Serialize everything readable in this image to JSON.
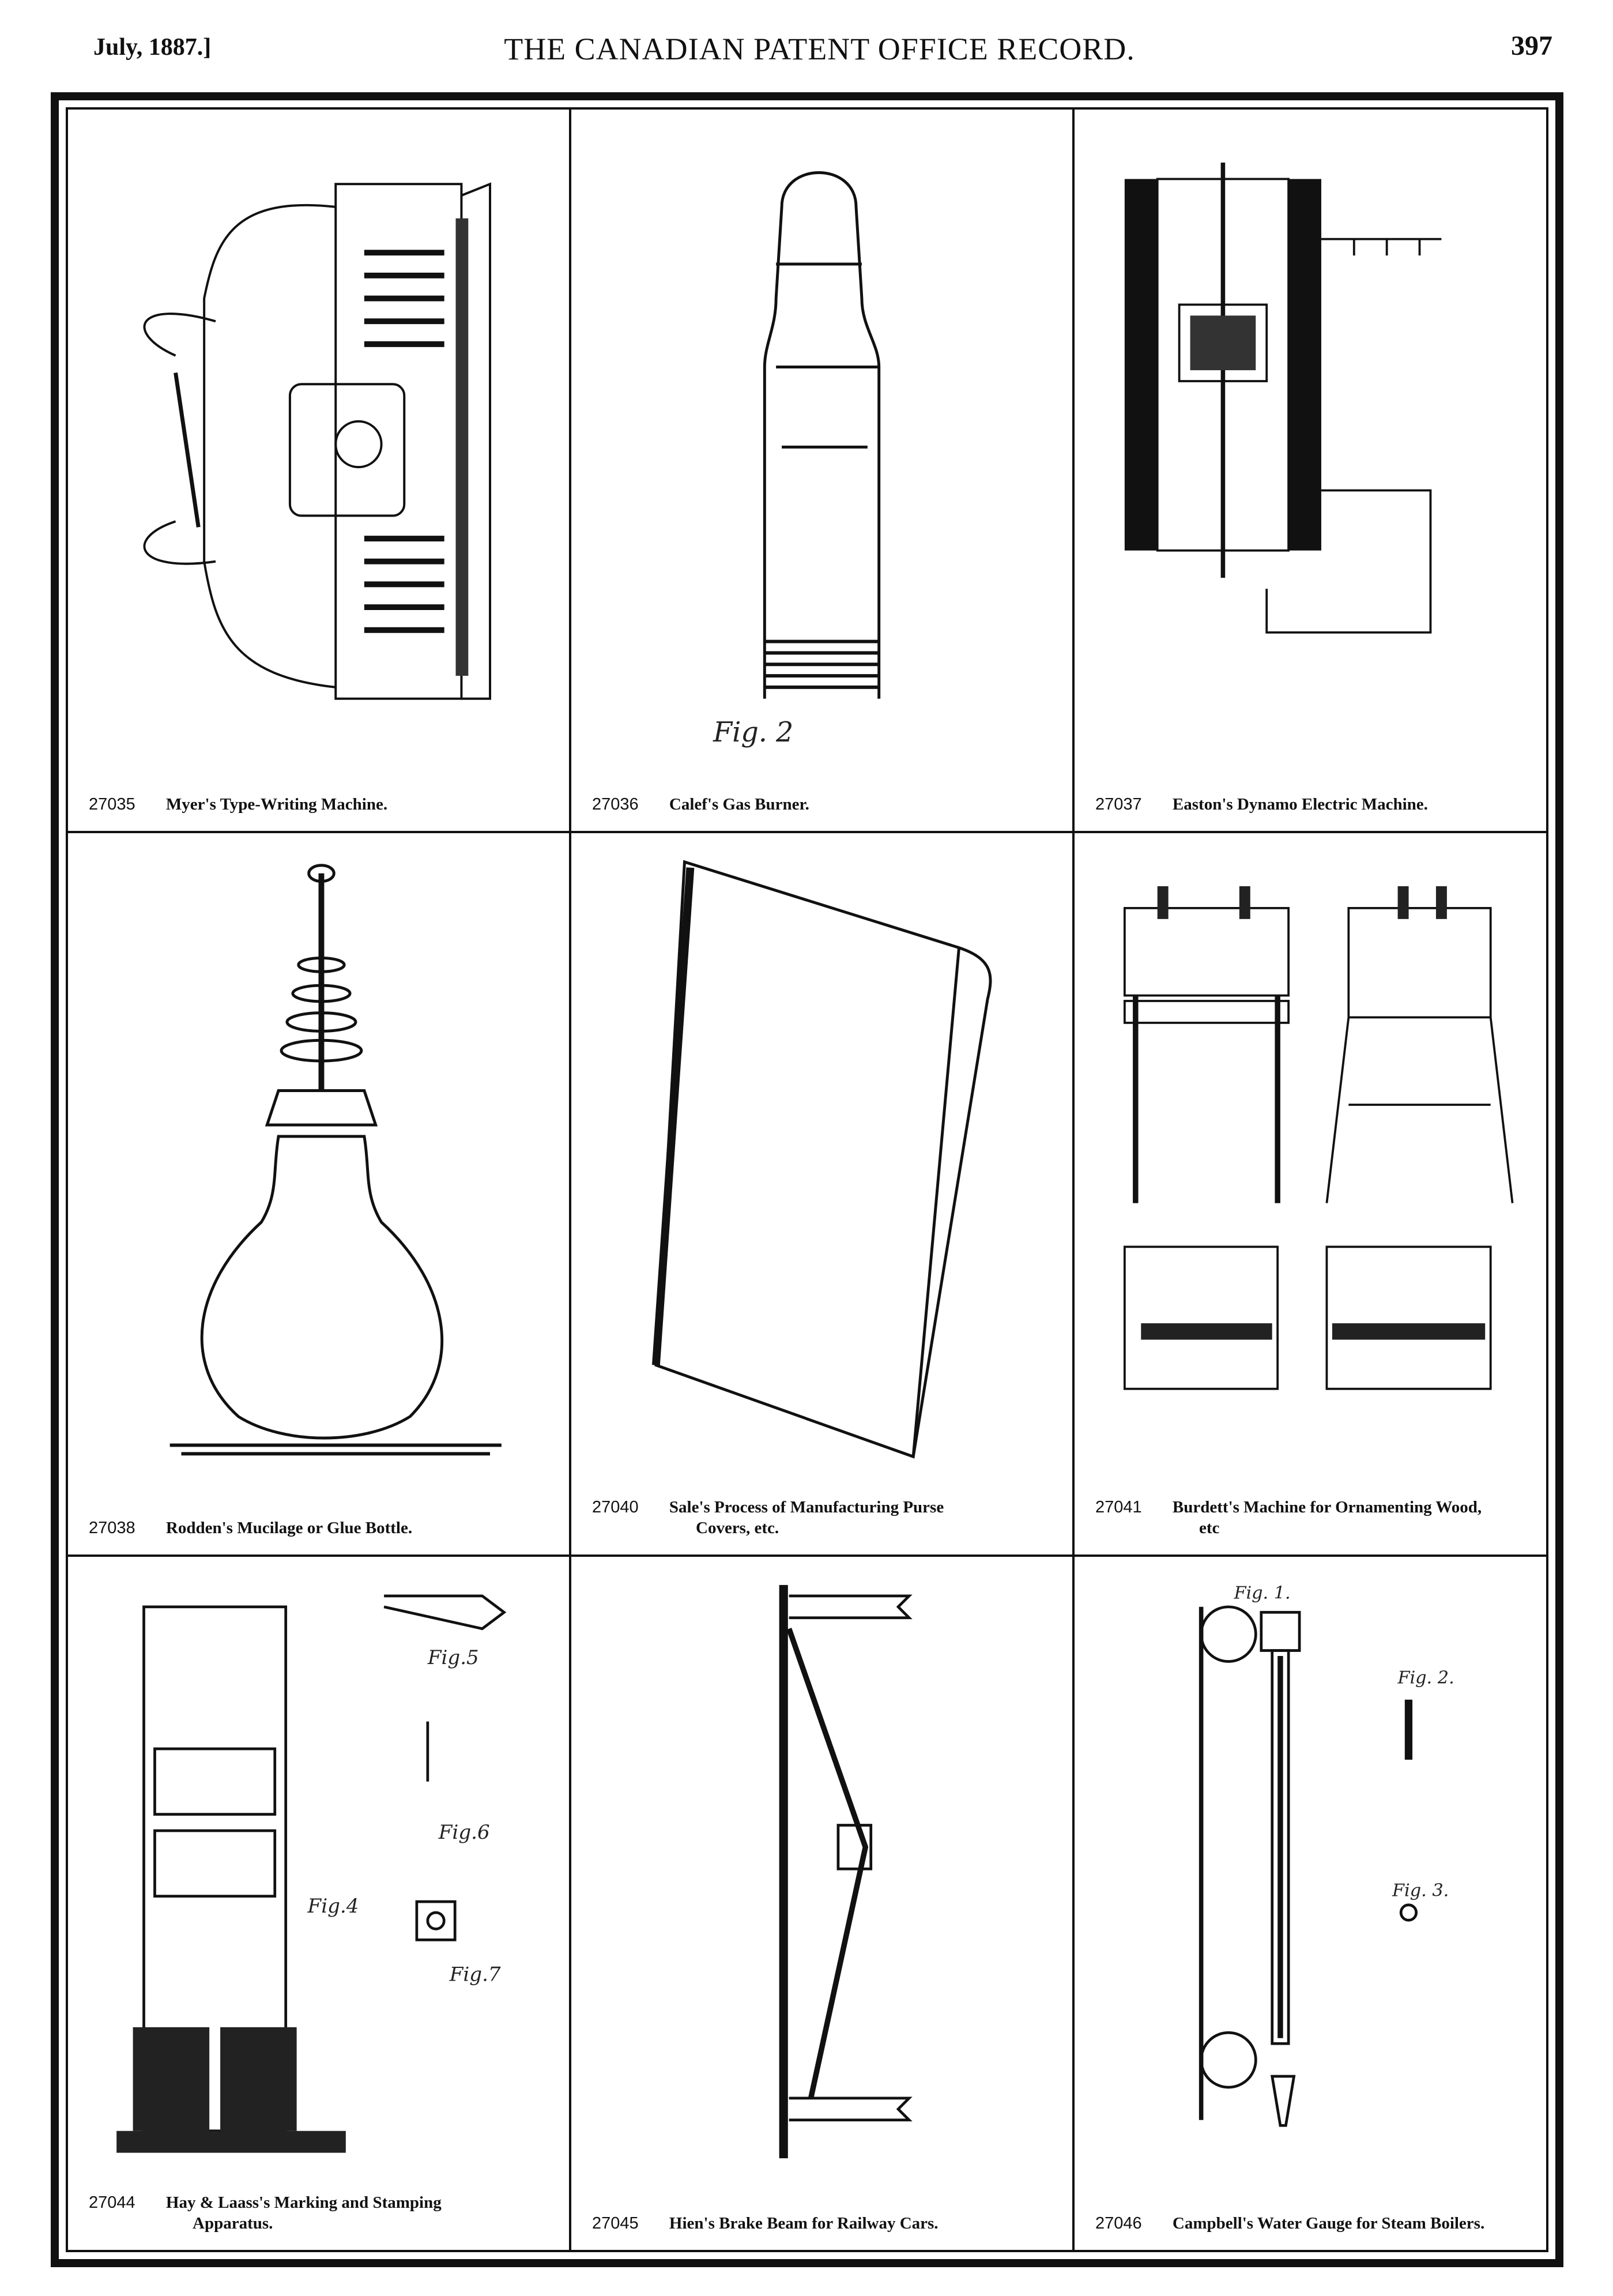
{
  "header": {
    "date": "July, 1887.]",
    "title": "THE CANADIAN PATENT OFFICE RECORD.",
    "page": "397"
  },
  "figures": [
    {
      "number": "27035",
      "name": "Myer's Type-Writing Machine.",
      "cont": ""
    },
    {
      "number": "27036",
      "name": "Calef's Gas Burner.",
      "cont": "",
      "label": "Fig. 2"
    },
    {
      "number": "27037",
      "name": "Easton's Dynamo Electric Machine.",
      "cont": ""
    },
    {
      "number": "27038",
      "name": "Rodden's Mucilage or Glue Bottle.",
      "cont": ""
    },
    {
      "number": "27040",
      "name": "Sale's Process of Manufacturing Purse",
      "cont": "Covers, etc."
    },
    {
      "number": "27041",
      "name": "Burdett's Machine for Ornamenting Wood,",
      "cont": "etc"
    },
    {
      "number": "27044",
      "name": "Hay & Laass's Marking and Stamping",
      "cont": "Apparatus.",
      "labels": [
        "Fig.4",
        "Fig.5",
        "Fig.6",
        "Fig.7"
      ]
    },
    {
      "number": "27045",
      "name": "Hien's Brake Beam for Railway Cars.",
      "cont": ""
    },
    {
      "number": "27046",
      "name": "Campbell's Water Gauge for Steam Boilers.",
      "cont": "",
      "labels": [
        "Fig. 1.",
        "Fig. 2.",
        "Fig. 3."
      ]
    }
  ]
}
